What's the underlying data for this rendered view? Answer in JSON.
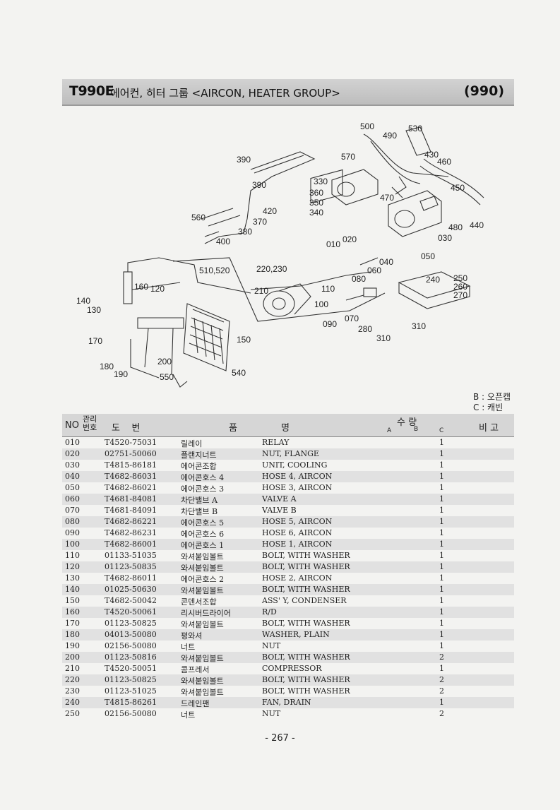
{
  "header": {
    "model": "T990E",
    "title": "에어컨, 히터 그룹 <AIRCON, HEATER GROUP>",
    "group_no": "(990)"
  },
  "diagram": {
    "callouts": [
      "500",
      "490",
      "530",
      "390",
      "570",
      "430",
      "460",
      "390",
      "330",
      "450",
      "360",
      "350",
      "470",
      "340",
      "560",
      "420",
      "370",
      "380",
      "400",
      "480",
      "440",
      "030",
      "010",
      "020",
      "050",
      "040",
      "060",
      "510,520",
      "220,230",
      "080",
      "240",
      "250",
      "260",
      "270",
      "160",
      "120",
      "210",
      "110",
      "140",
      "130",
      "100",
      "090",
      "070",
      "280",
      "310",
      "310",
      "170",
      "150",
      "200",
      "180",
      "190",
      "550",
      "540"
    ]
  },
  "legend": {
    "b": "B : 오픈캡",
    "c": "C : 캐빈"
  },
  "table": {
    "headers": {
      "no": "NO",
      "mgmt": "관리\n번호",
      "part": "도    번",
      "name_kr": "품",
      "name_en": "명",
      "qty": "수 량",
      "a": "A",
      "b": "B",
      "c": "C",
      "remarks": "비 고"
    },
    "rows": [
      {
        "no": "010",
        "part": "T4520-75031",
        "kr": "릴레이",
        "en": "RELAY",
        "a": "",
        "b": "",
        "c": "1"
      },
      {
        "no": "020",
        "part": "02751-50060",
        "kr": "플랜지너트",
        "en": "NUT, FLANGE",
        "a": "",
        "b": "",
        "c": "1"
      },
      {
        "no": "030",
        "part": "T4815-86181",
        "kr": "에어콘조합",
        "en": "UNIT, COOLING",
        "a": "",
        "b": "",
        "c": "1"
      },
      {
        "no": "040",
        "part": "T4682-86031",
        "kr": "에어콘호스 4",
        "en": "HOSE 4, AIRCON",
        "a": "",
        "b": "",
        "c": "1"
      },
      {
        "no": "050",
        "part": "T4682-86021",
        "kr": "에어콘호스 3",
        "en": "HOSE 3, AIRCON",
        "a": "",
        "b": "",
        "c": "1"
      },
      {
        "no": "060",
        "part": "T4681-84081",
        "kr": "차단밸브 A",
        "en": "VALVE A",
        "a": "",
        "b": "",
        "c": "1"
      },
      {
        "no": "070",
        "part": "T4681-84091",
        "kr": "차단밸브 B",
        "en": "VALVE B",
        "a": "",
        "b": "",
        "c": "1"
      },
      {
        "no": "080",
        "part": "T4682-86221",
        "kr": "에어콘호스 5",
        "en": "HOSE 5, AIRCON",
        "a": "",
        "b": "",
        "c": "1"
      },
      {
        "no": "090",
        "part": "T4682-86231",
        "kr": "에어콘호스 6",
        "en": "HOSE 6, AIRCON",
        "a": "",
        "b": "",
        "c": "1"
      },
      {
        "no": "100",
        "part": "T4682-86001",
        "kr": "에어콘호스 1",
        "en": "HOSE 1, AIRCON",
        "a": "",
        "b": "",
        "c": "1"
      },
      {
        "no": "110",
        "part": "01133-51035",
        "kr": "와셔붙임볼트",
        "en": "BOLT, WITH WASHER",
        "a": "",
        "b": "",
        "c": "1"
      },
      {
        "no": "120",
        "part": "01123-50835",
        "kr": "와셔붙임볼트",
        "en": "BOLT, WITH WASHER",
        "a": "",
        "b": "",
        "c": "1"
      },
      {
        "no": "130",
        "part": "T4682-86011",
        "kr": "에어콘호스 2",
        "en": "HOSE 2, AIRCON",
        "a": "",
        "b": "",
        "c": "1"
      },
      {
        "no": "140",
        "part": "01025-50630",
        "kr": "와셔붙임볼트",
        "en": "BOLT, WITH WASHER",
        "a": "",
        "b": "",
        "c": "1"
      },
      {
        "no": "150",
        "part": "T4682-50042",
        "kr": "콘덴서조합",
        "en": "ASS' Y, CONDENSER",
        "a": "",
        "b": "",
        "c": "1"
      },
      {
        "no": "160",
        "part": "T4520-50061",
        "kr": "리시버드라이어",
        "en": "R/D",
        "a": "",
        "b": "",
        "c": "1"
      },
      {
        "no": "170",
        "part": "01123-50825",
        "kr": "와셔붙임볼트",
        "en": "BOLT, WITH WASHER",
        "a": "",
        "b": "",
        "c": "1"
      },
      {
        "no": "180",
        "part": "04013-50080",
        "kr": "평와셔",
        "en": "WASHER, PLAIN",
        "a": "",
        "b": "",
        "c": "1"
      },
      {
        "no": "190",
        "part": "02156-50080",
        "kr": "너트",
        "en": "NUT",
        "a": "",
        "b": "",
        "c": "1"
      },
      {
        "no": "200",
        "part": "01123-50816",
        "kr": "와셔붙임볼트",
        "en": "BOLT, WITH WASHER",
        "a": "",
        "b": "",
        "c": "2"
      },
      {
        "no": "210",
        "part": "T4520-50051",
        "kr": "콤프레서",
        "en": "COMPRESSOR",
        "a": "",
        "b": "",
        "c": "1"
      },
      {
        "no": "220",
        "part": "01123-50825",
        "kr": "와셔붙임볼트",
        "en": "BOLT, WITH WASHER",
        "a": "",
        "b": "",
        "c": "2"
      },
      {
        "no": "230",
        "part": "01123-51025",
        "kr": "와셔붙임볼트",
        "en": "BOLT, WITH WASHER",
        "a": "",
        "b": "",
        "c": "2"
      },
      {
        "no": "240",
        "part": "T4815-86261",
        "kr": "드레인팬",
        "en": "FAN, DRAIN",
        "a": "",
        "b": "",
        "c": "1"
      },
      {
        "no": "250",
        "part": "02156-50080",
        "kr": "너트",
        "en": "NUT",
        "a": "",
        "b": "",
        "c": "2"
      }
    ]
  },
  "footer": {
    "page": "- 267 -"
  }
}
